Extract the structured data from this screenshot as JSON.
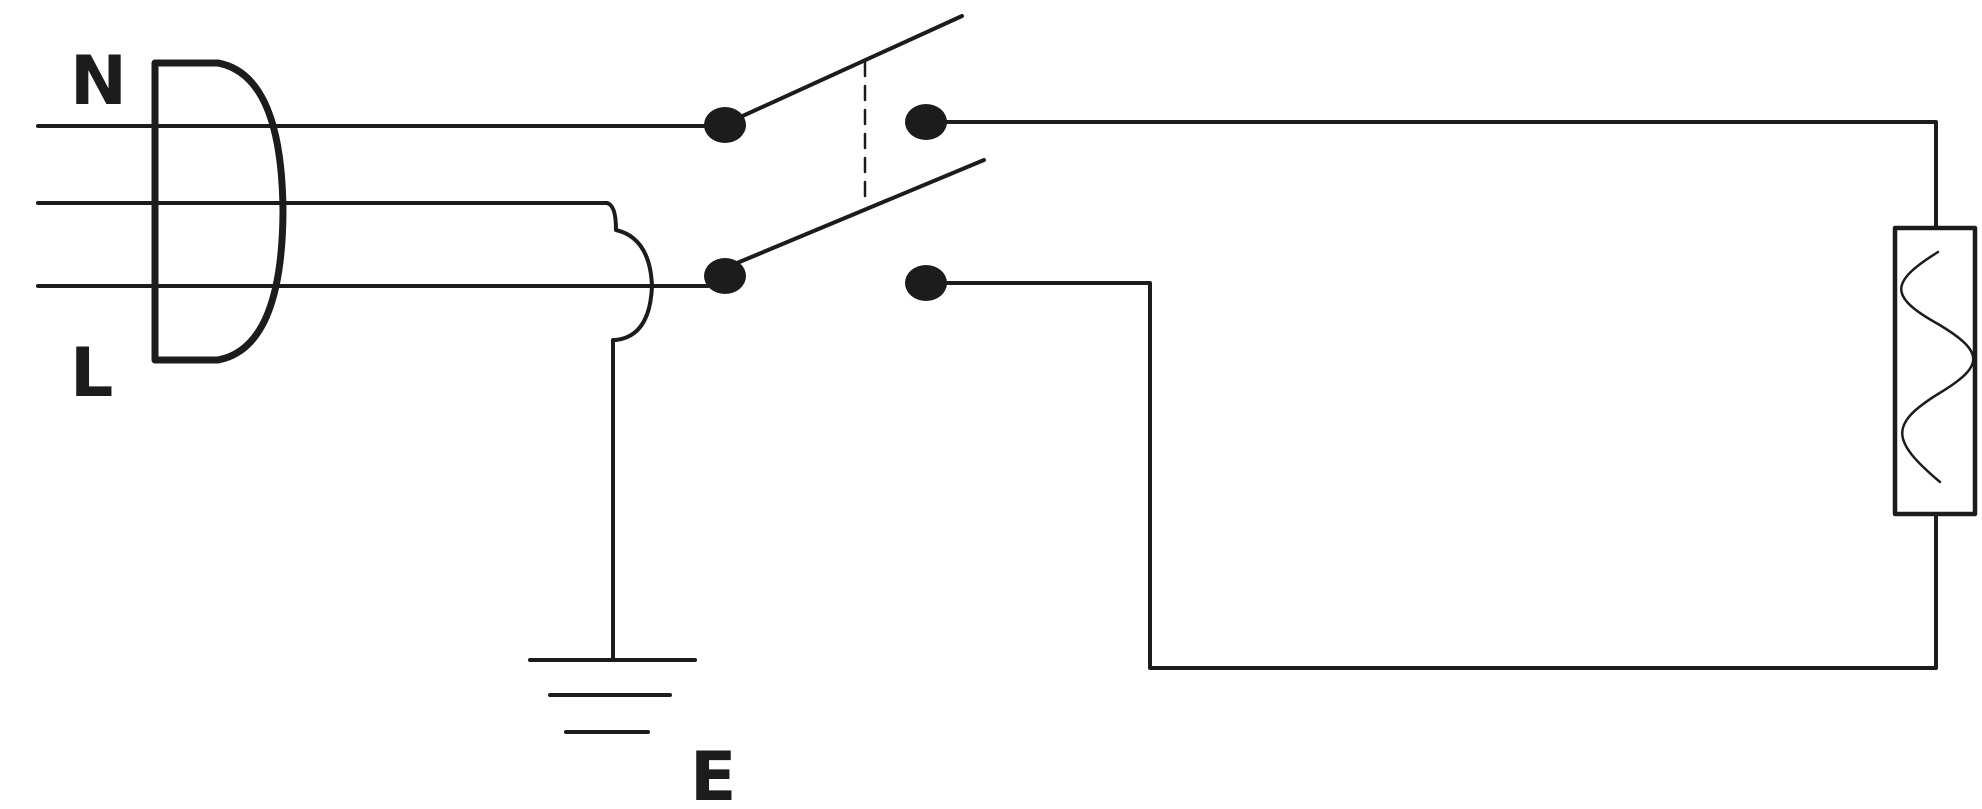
{
  "labels": {
    "neutral": "N",
    "live": "L",
    "earth": "E"
  },
  "colors": {
    "line": "#1c1c1c",
    "background": "#ffffff"
  },
  "icons": [
    "plug-icon",
    "double-pole-switch-icon",
    "heater-element-icon",
    "earth-ground-icon"
  ]
}
